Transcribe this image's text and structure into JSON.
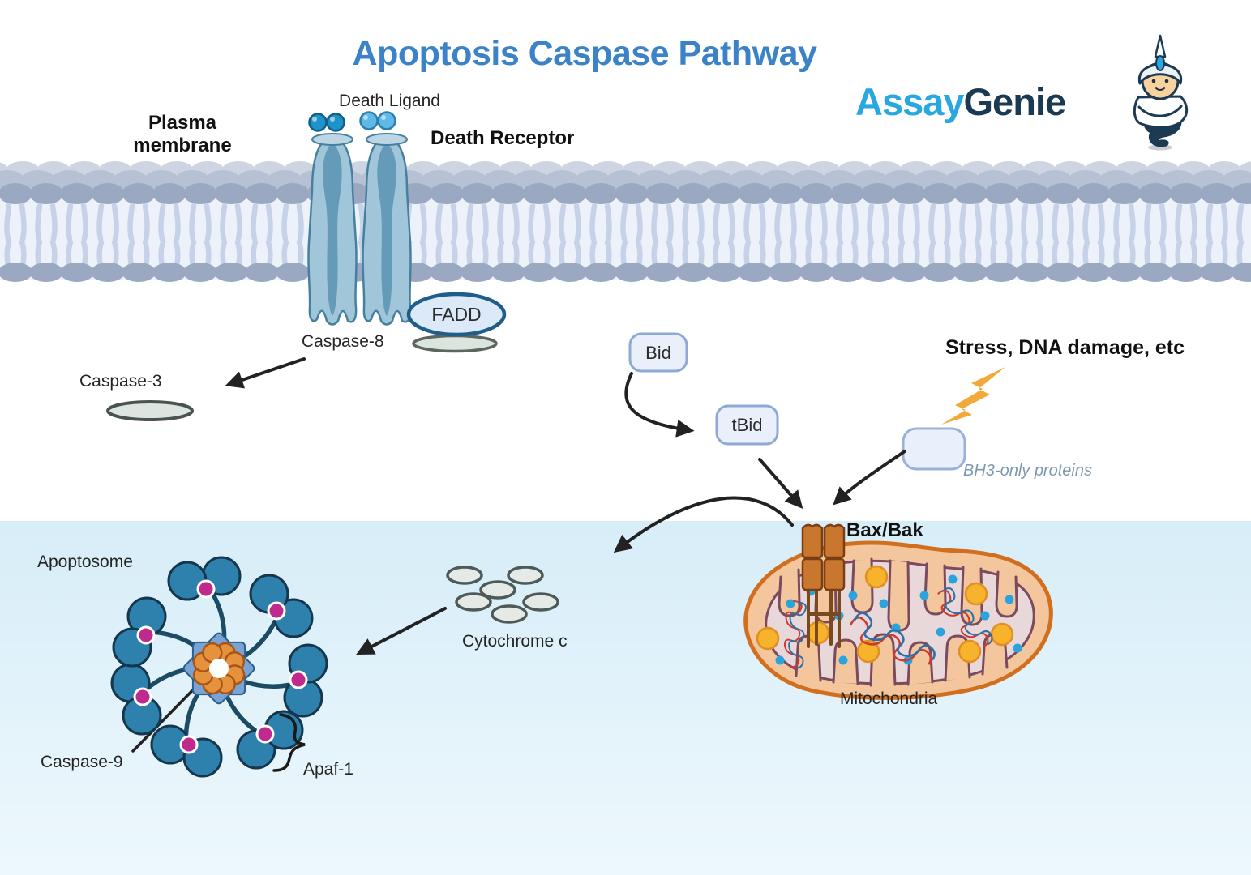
{
  "title": "Apoptosis Caspase Pathway",
  "logo": {
    "assay": "Assay",
    "genie": "Genie"
  },
  "labels": {
    "plasma_membrane": "Plasma membrane",
    "death_ligand": "Death Ligand",
    "death_receptor": "Death Receptor",
    "caspase_8": "Caspase-8",
    "caspase_3": "Caspase-3",
    "fadd": "FADD",
    "bid": "Bid",
    "tbid": "tBid",
    "stress": "Stress, DNA damage, etc",
    "bh3_only": "BH3-only proteins",
    "bax_bak": "Bax/Bak",
    "mitochondria": "Mitochondria",
    "cytochrome_c": "Cytochrome c",
    "apoptosome": "Apoptosome",
    "caspase_9": "Caspase-9",
    "apaf_1": "Apaf-1"
  },
  "colors": {
    "title_blue": "#3b82c6",
    "logo_light_blue": "#29a8e0",
    "logo_navy": "#1b3a52",
    "membrane_head_gray": "#9ba8c1",
    "membrane_tail_blue": "#c6d2e8",
    "receptor_blue": "#a2c6d9",
    "lightning_orange": "#f2a93b",
    "mitochondria_orange": "#d26f1f",
    "mitochondria_fill": "#f3c69e",
    "bax_bak_brown": "#c9772f",
    "apoptosome_blue": "#2e80ad",
    "apoptosome_magenta": "#c02a8e",
    "cytoplasm_blue": "#d9edf8",
    "bh3_label_gray": "#7e98b0"
  }
}
